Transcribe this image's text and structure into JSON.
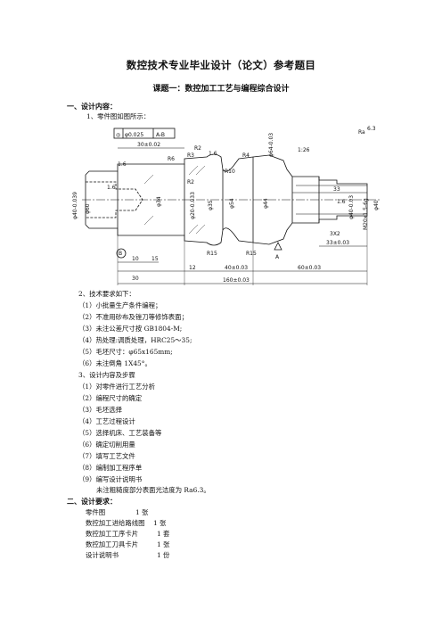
{
  "doc": {
    "title": "数控技术专业毕业设计（论文）参考题目",
    "subtitle": "课题一：数控加工工艺与编程综合设计",
    "section1": {
      "heading": "一、设计内容：",
      "part_drawing_intro": "1、零件图如图所示：",
      "tech_req_heading": "2、技术要求如下：",
      "tech_reqs": [
        "（1）小批量生产条件编程；",
        "（2）不准用砂布及锉刀等修饰表面；",
        "（3）未注公差尺寸按 GB1804-M;",
        "（4）热处理:调质处理，HRC25～35;",
        "（5）毛坯尺寸：φ65x165mm;",
        "（6）未注倒角 1X45°。"
      ],
      "steps_heading": "3、设计内容及步骤",
      "steps": [
        "（1）对零件进行工艺分析",
        "（2）编程尺寸的确定",
        "（3）毛坯选择",
        "（4）工艺过程设计",
        "（5）选择机床、工艺装备等",
        "（6）确定切削用量",
        "（7）填写工艺文件",
        "（8）编制加工程序单",
        "（9）编写设计说明书"
      ],
      "note": "未注粗糙度部分表面光洁度为 Ra6.3。"
    },
    "section2": {
      "heading": "二、设计要求：",
      "items": [
        {
          "name": "零件图",
          "qty": "1 张"
        },
        {
          "name": "数控加工进给路线图",
          "qty": "1 张"
        },
        {
          "name": "数控加工工序卡片",
          "qty": "1 套"
        },
        {
          "name": "数控加工刀具卡片",
          "qty": "1 张"
        },
        {
          "name": "设计说明书",
          "qty": "1 份"
        }
      ]
    }
  },
  "drawing": {
    "tolerance_frame": [
      "◎",
      "φ0.025",
      "A-B"
    ],
    "dims": {
      "d30_top": "30±0.02",
      "d30_bottom": "30",
      "d15": "15",
      "d10": "10",
      "d12": "12",
      "d40": "40±0.03",
      "d60": "60±0.03",
      "d160": "160±0.03",
      "d33_top": "33",
      "d33_bottom": "33±0.03",
      "d3x2": "3X2",
      "dia40_left": "φ40-0.039",
      "dia60": "φ60",
      "dia34": "φ34",
      "dia20": "φ20-0.033",
      "dia35": "φ35",
      "dia54": "φ54",
      "dia44": "φ44",
      "dia_taper": "φ64-0.03",
      "dia40_right": "φ40-0.03",
      "dia40_far": "φ40",
      "thread": "M20x1.5-6g",
      "taper": "1:26"
    },
    "labels": {
      "R2a": "R2",
      "R2b": "R2",
      "R3": "R3",
      "R4": "R4",
      "R6": "R6",
      "R10": "R10",
      "R15a": "R15",
      "R15b": "R15",
      "ra16a": "1.6",
      "ra16b": "1.6",
      "ra16c": "1.6",
      "ra16d": "1.6",
      "datum_A": "A",
      "datum_B": "B",
      "misc_ra": "Ra",
      "misc_ra_val": "6.3"
    }
  }
}
